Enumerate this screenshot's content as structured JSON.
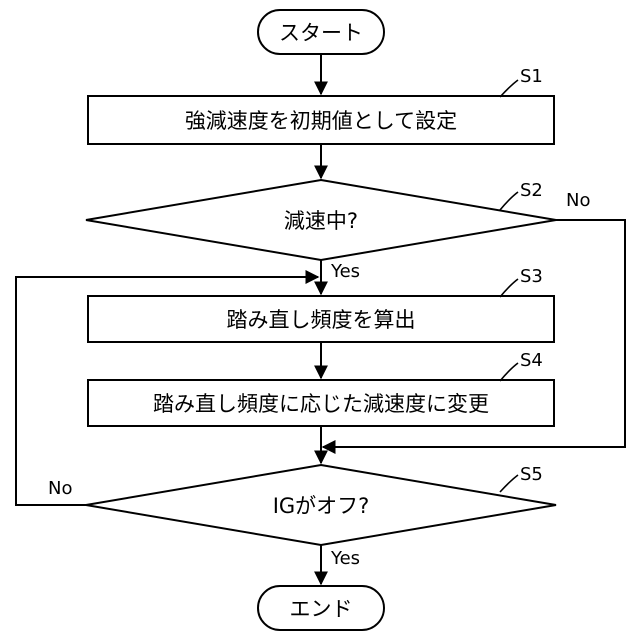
{
  "start": "スタート",
  "end": "エンド",
  "steps": {
    "s1": {
      "id": "S1",
      "text": "強減速度を初期値として設定"
    },
    "s2": {
      "id": "S2",
      "text": "減速中?"
    },
    "s3": {
      "id": "S3",
      "text": "踏み直し頻度を算出"
    },
    "s4": {
      "id": "S4",
      "text": "踏み直し頻度に応じた減速度に変更"
    },
    "s5": {
      "id": "S5",
      "text": "IGがオフ?"
    }
  },
  "branches": {
    "s2_yes": "Yes",
    "s2_no": "No",
    "s5_yes": "Yes",
    "s5_no": "No"
  }
}
